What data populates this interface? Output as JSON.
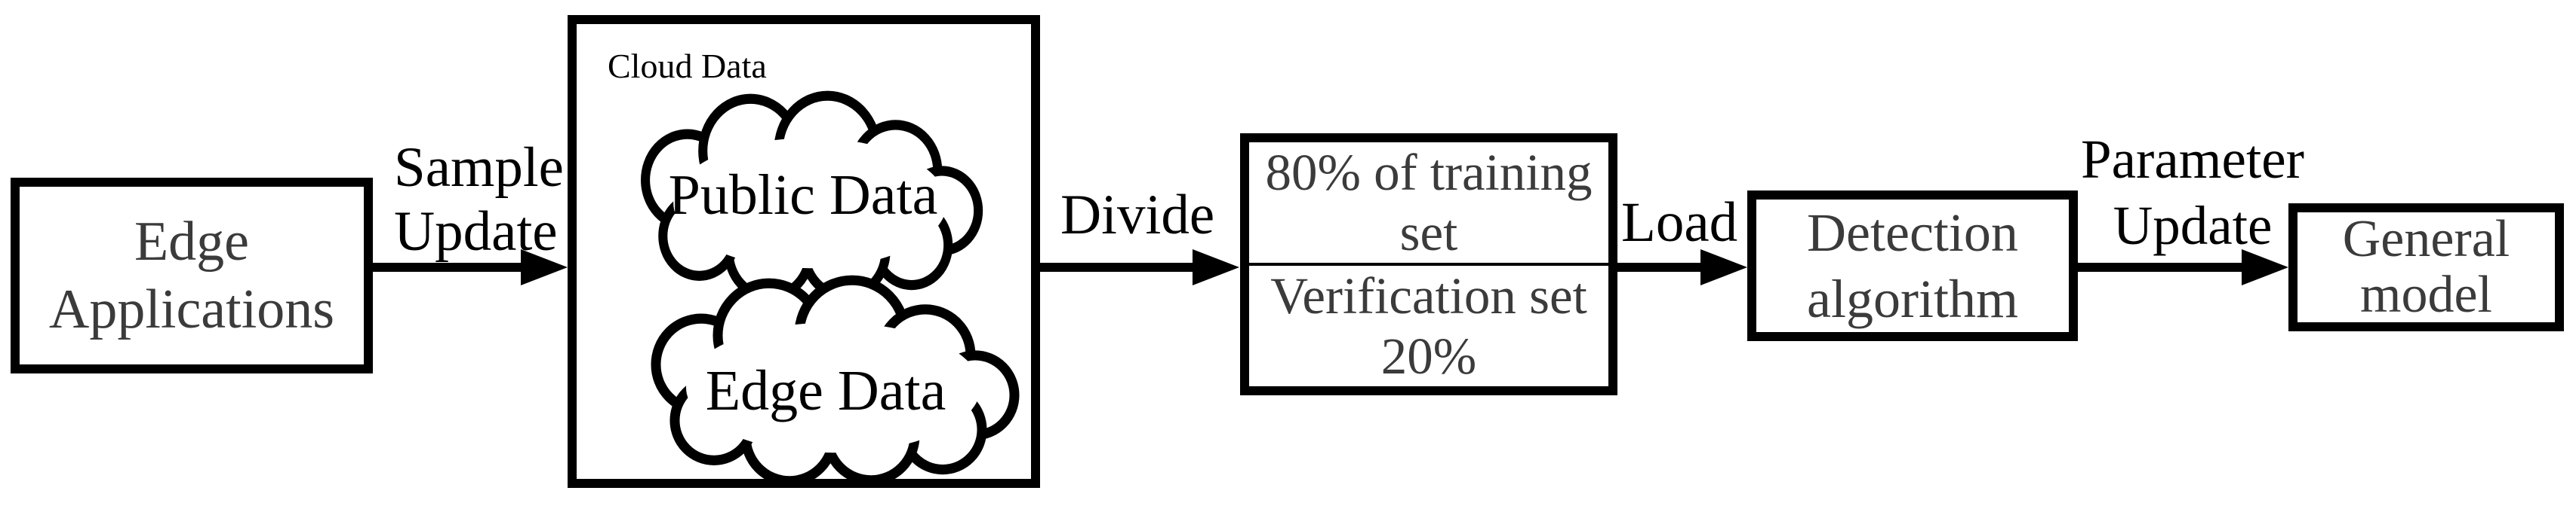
{
  "colors": {
    "stroke": "#000000",
    "box_text": "#3b3b3b",
    "label_text": "#000000",
    "background": "#ffffff"
  },
  "nodes": {
    "edge_applications": {
      "line1": "Edge",
      "line2": "Applications"
    },
    "cloud_data": {
      "title": "Cloud Data",
      "public_cloud_label": "Public Data",
      "edge_cloud_label": "Edge Data"
    },
    "dataset_split": {
      "top_line1": "80% of training",
      "top_line2": "set",
      "bottom_line1": "Verification set",
      "bottom_line2": "20%"
    },
    "detection_algorithm": {
      "line1": "Detection",
      "line2": "algorithm"
    },
    "general_model": {
      "line1": "General",
      "line2": "model"
    }
  },
  "arrow_labels": {
    "sample_update": {
      "line1": "Sample",
      "line2": "Update"
    },
    "divide": "Divide",
    "load": "Load",
    "parameter_update": {
      "line1": "Parameter",
      "line2": "Update"
    }
  }
}
